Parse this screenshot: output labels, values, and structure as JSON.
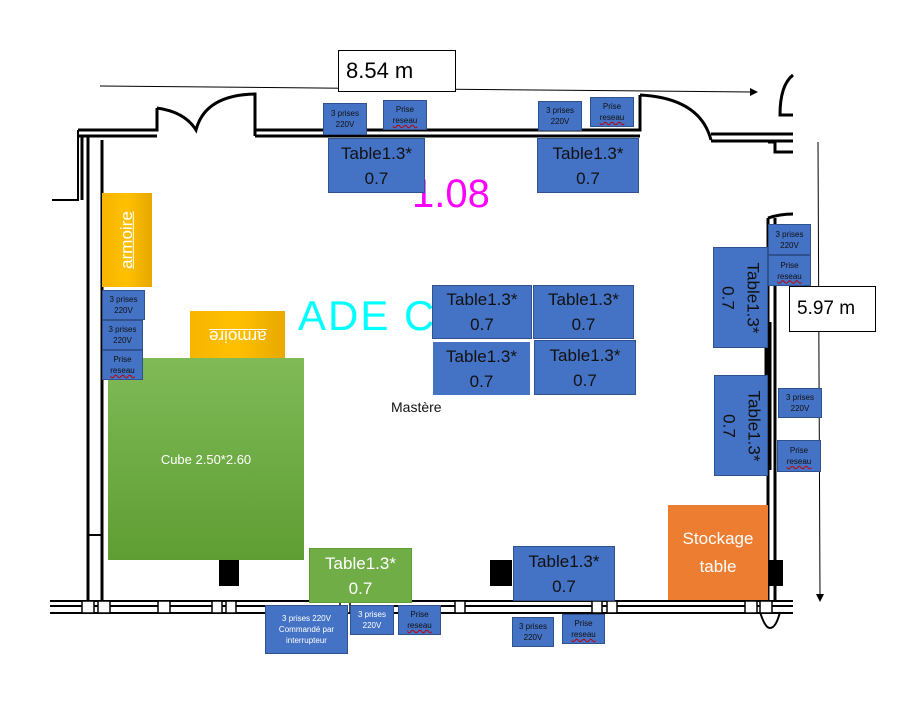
{
  "dimensions": {
    "width_label": "8.54 m",
    "height_label": "5.97 m"
  },
  "room": {
    "number": "1.08",
    "name": "ADE C",
    "caption": "Mastère"
  },
  "table_label": {
    "line1": "Table1.3*",
    "line2": "0.7"
  },
  "outlets": {
    "power": "3 prises 220V",
    "power_l1": "3 prises",
    "power_l2": "220V",
    "network_l1": "Prise",
    "network_l2": "reseau",
    "switched_l1": "3 prises 220V",
    "switched_l2": "Commandé par",
    "switched_l3": "interrupteur"
  },
  "furniture": {
    "armoire": "armoire",
    "cube": "Cube 2.50*2.60",
    "stockage_l1": "Stockage",
    "stockage_l2": "table"
  },
  "colors": {
    "table": "#4472c4",
    "cube": "#70ad47",
    "armoire": "#ffc000",
    "stockage": "#ed7d31",
    "room_number": "#ff00ff",
    "room_name": "#00ffff"
  }
}
